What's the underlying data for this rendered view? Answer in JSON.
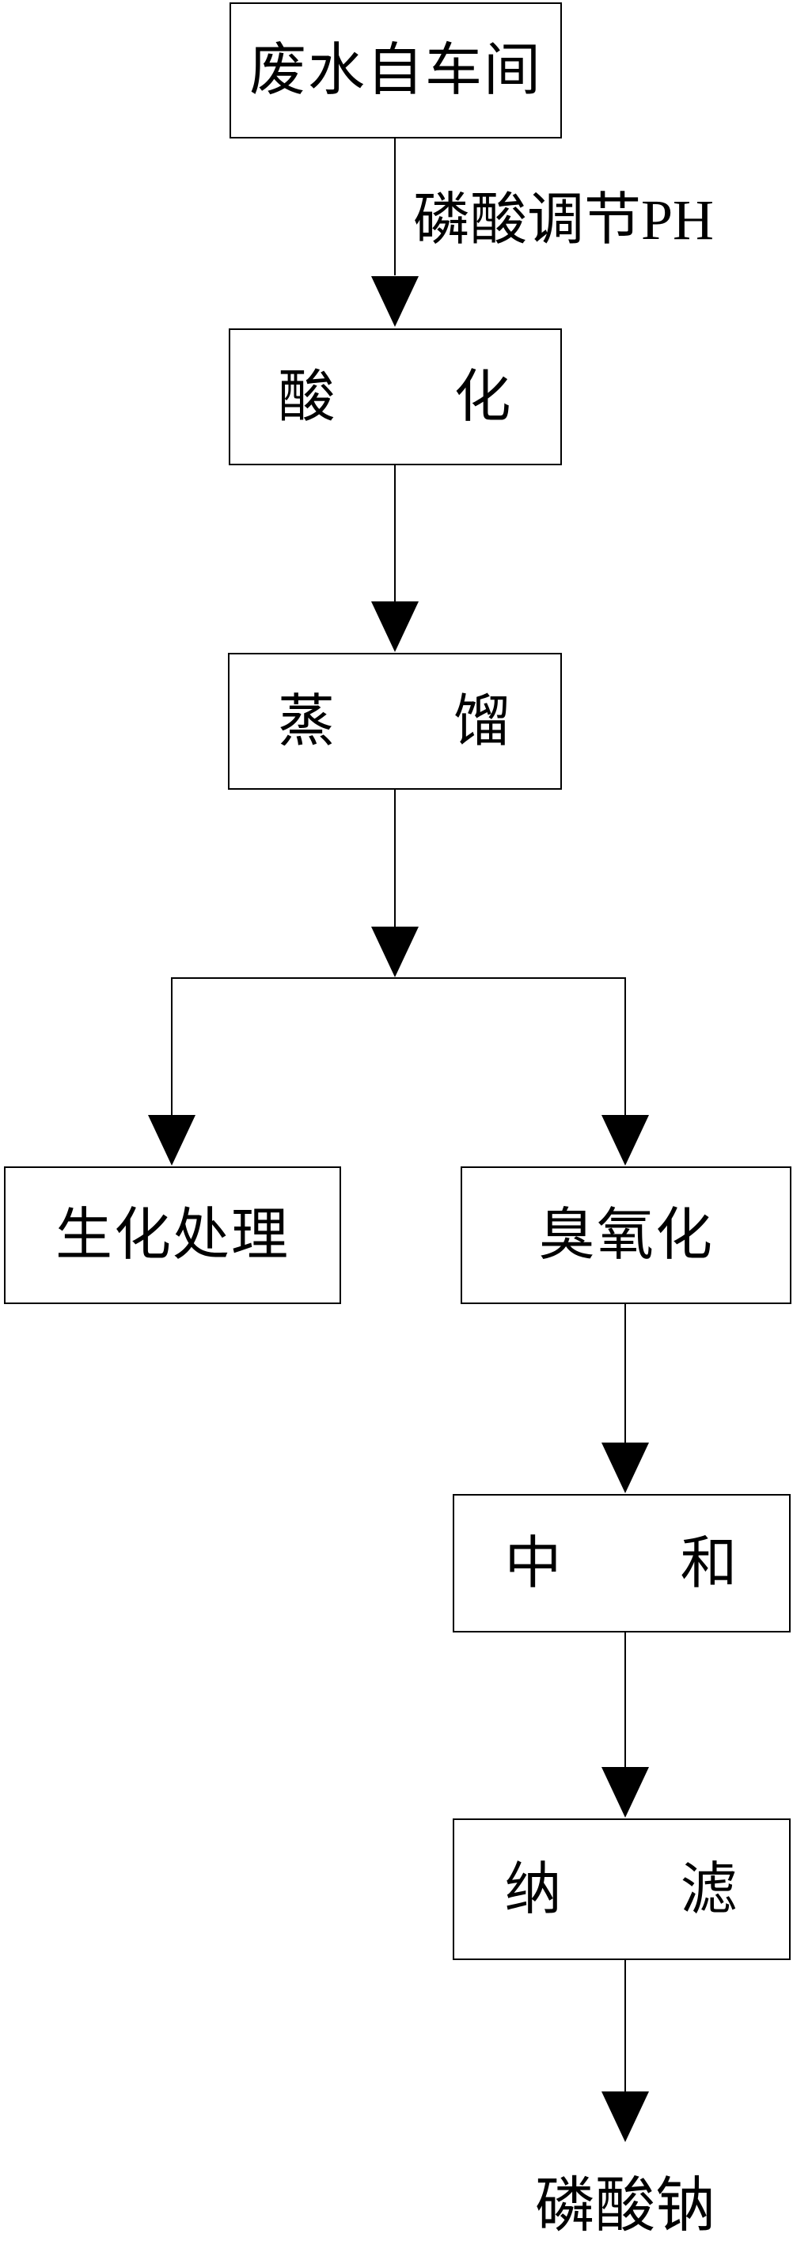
{
  "diagram_type": "flowchart",
  "colors": {
    "background": "#ffffff",
    "line": "#000000",
    "text": "#000000"
  },
  "nodes": {
    "source": {
      "label": "废水自车间",
      "shape": "rect"
    },
    "acidification": {
      "label": "酸　　化",
      "shape": "rect"
    },
    "distillation": {
      "label": "蒸　　馏",
      "shape": "rect"
    },
    "biochemical_treatment": {
      "label": "生化处理",
      "shape": "rect"
    },
    "ozonation": {
      "label": "臭氧化",
      "shape": "rect"
    },
    "neutralization": {
      "label": "中　　和",
      "shape": "rect"
    },
    "nanofiltration": {
      "label": "纳　　滤",
      "shape": "rect"
    },
    "product": {
      "label": "磷酸钠",
      "shape": "text"
    }
  },
  "edge_labels": {
    "ph_adjustment": "磷酸调节PH"
  },
  "edges": [
    {
      "from": "source",
      "to": "acidification",
      "label": "磷酸调节PH"
    },
    {
      "from": "acidification",
      "to": "distillation",
      "label": ""
    },
    {
      "from": "distillation",
      "to": "biochemical_treatment",
      "label": ""
    },
    {
      "from": "distillation",
      "to": "ozonation",
      "label": ""
    },
    {
      "from": "ozonation",
      "to": "neutralization",
      "label": ""
    },
    {
      "from": "neutralization",
      "to": "nanofiltration",
      "label": ""
    },
    {
      "from": "nanofiltration",
      "to": "product",
      "label": ""
    }
  ]
}
